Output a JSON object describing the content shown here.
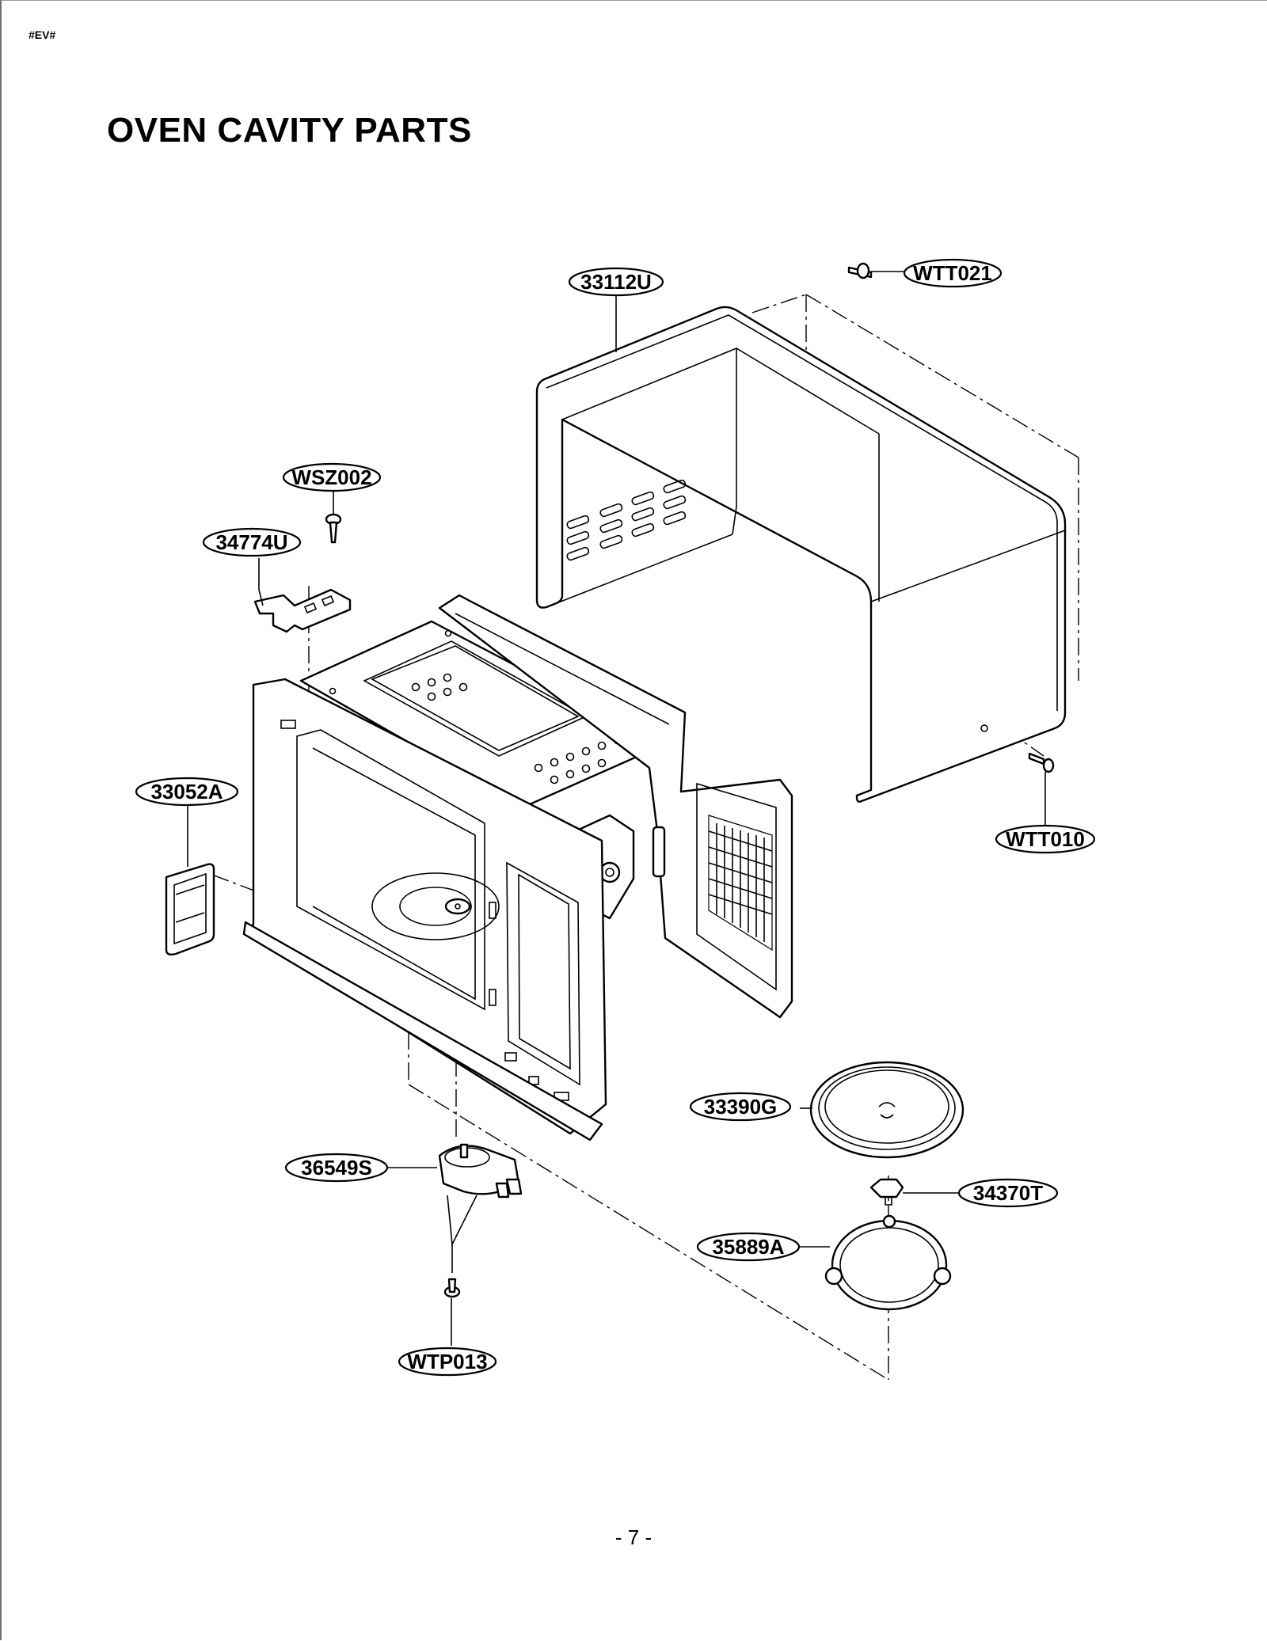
{
  "header": {
    "code": "#EV#"
  },
  "title": "OVEN CAVITY PARTS",
  "page_number": "- 7 -",
  "callouts": [
    {
      "id": "33112U",
      "label": "33112U",
      "part": "outer-case"
    },
    {
      "id": "WTT021",
      "label": "WTT021",
      "part": "case-screw-top"
    },
    {
      "id": "WSZ002",
      "label": "WSZ002",
      "part": "bracket-screw"
    },
    {
      "id": "34774U",
      "label": "34774U",
      "part": "bracket"
    },
    {
      "id": "33052A",
      "label": "33052A",
      "part": "waveguide-cover"
    },
    {
      "id": "WTT010",
      "label": "WTT010",
      "part": "case-screw-rear"
    },
    {
      "id": "33390G",
      "label": "33390G",
      "part": "glass-tray"
    },
    {
      "id": "34370T",
      "label": "34370T",
      "part": "coupler"
    },
    {
      "id": "36549S",
      "label": "36549S",
      "part": "turntable-motor"
    },
    {
      "id": "35889A",
      "label": "35889A",
      "part": "roller-ring"
    },
    {
      "id": "WTP013",
      "label": "WTP013",
      "part": "motor-screw"
    }
  ]
}
